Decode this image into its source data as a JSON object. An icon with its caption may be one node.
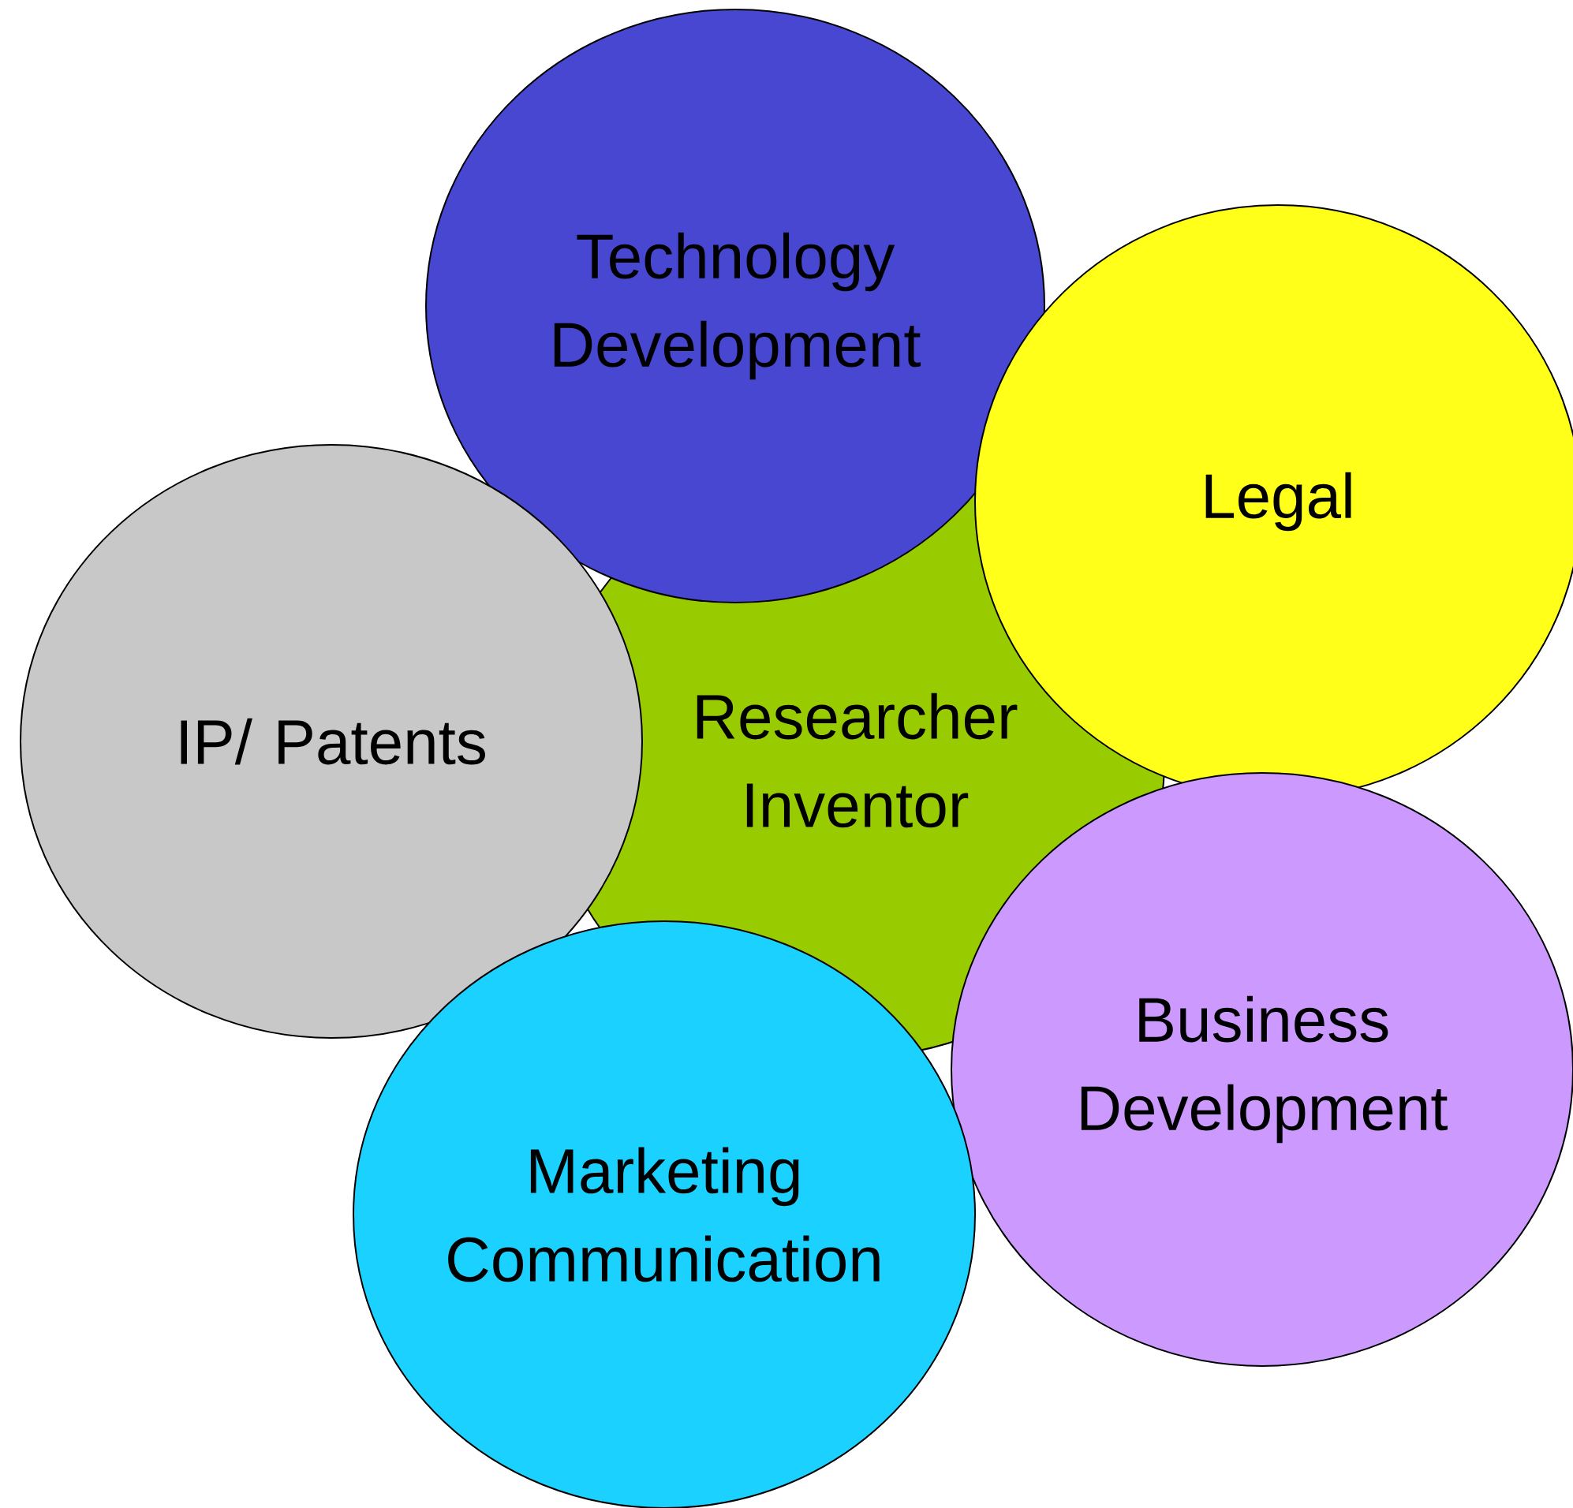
{
  "diagram": {
    "nodes": [
      {
        "text": [
          "Researcher Inventor"
        ]
      },
      {
        "text": [
          "Technology Development"
        ]
      },
      {
        "text": [
          "Legal"
        ]
      },
      {
        "text": [
          "IP/ Patents"
        ]
      },
      {
        "text": [
          "Business Development"
        ]
      },
      {
        "text": [
          "Marketing Communication"
        ]
      }
    ]
  }
}
